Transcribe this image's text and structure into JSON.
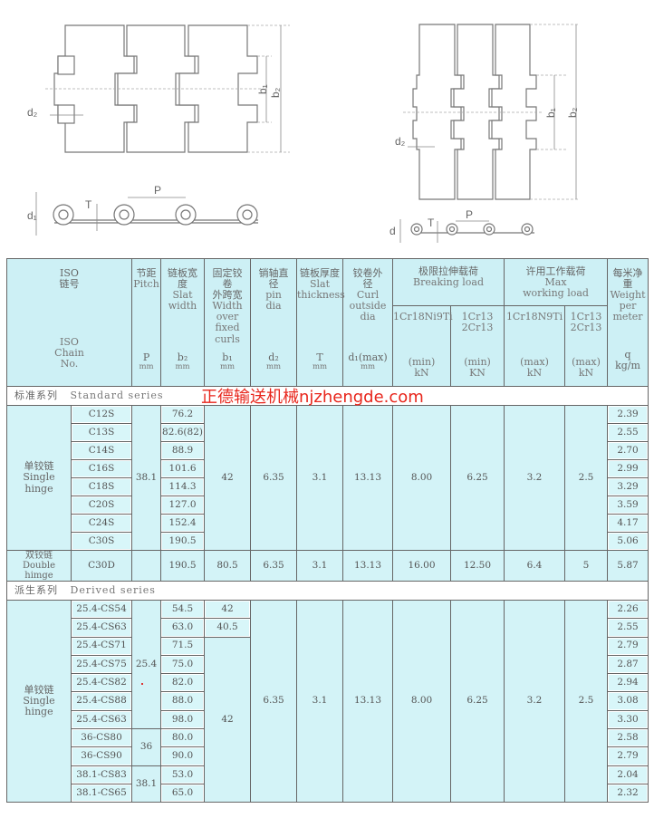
{
  "drawings": {
    "left": {
      "d2": "d₂",
      "b1": "b₁",
      "b2": "b₂",
      "d1": "d₁",
      "T": "T",
      "P": "P"
    },
    "right": {
      "d2": "d₂",
      "b1": "b₁",
      "b2": "b₂",
      "d": "d",
      "T": "T",
      "P": "P"
    }
  },
  "header": {
    "iso": {
      "cn": "ISO\n链号",
      "en": "ISO\nChain\nNo."
    },
    "pitch": {
      "cn": "节距",
      "en": "Pitch",
      "sym": "P",
      "unit": "mm"
    },
    "slat_width": {
      "cn": "链板宽\n度",
      "en": "Slat\nwidth",
      "sym": "b₂",
      "unit": "mm"
    },
    "curl_width": {
      "cn": "固定铰\n卷\n外跨宽",
      "en": "Width\nover\nfixed\ncurls",
      "sym": "b₁",
      "unit": "mm"
    },
    "pin": {
      "cn": "销轴直\n径",
      "en": "pin\ndia",
      "sym": "d₂",
      "unit": "mm"
    },
    "thickness": {
      "cn": "链板厚度",
      "en": "Slat\nthickness",
      "sym": "T",
      "unit": "mm"
    },
    "curl_dia": {
      "cn": "铰卷外\n径",
      "en": "Curl\noutside\ndia",
      "sym": "d₁(max)",
      "unit": "mm"
    },
    "breaking": {
      "cn": "极限拉伸载荷",
      "en": "Breaking load",
      "sub": [
        {
          "mat": "1Cr18Ni9Ti",
          "lim": "(min)",
          "unit": "kN"
        },
        {
          "mat": "1Cr13\n2Cr13",
          "lim": "(min)",
          "unit": "KN"
        }
      ]
    },
    "working": {
      "cn": "许用工作载荷",
      "en": "Max\nworking load",
      "sub": [
        {
          "mat": "1Cr18N9Ti",
          "lim": "(max)",
          "unit": "kN"
        },
        {
          "mat": "1Cr13\n2Cr13",
          "lim": "(max)",
          "unit": "kN"
        }
      ]
    },
    "weight": {
      "cn": "每米净\n重",
      "en": "Weight\nper\nmeter",
      "sym": "q",
      "unit": "kg/m"
    }
  },
  "watermark": "正德输送机械njzhengde.com",
  "standard": {
    "title_cn": "标准系列",
    "title_en": "Standard series",
    "group": "单铰链\nSingle\nhinge",
    "pitch": "38.1",
    "b1": "42",
    "d2": "6.35",
    "T": "3.1",
    "d1": "13.13",
    "bk1": "8.00",
    "bk2": "6.25",
    "wk1": "3.2",
    "wk2": "2.5",
    "rows": [
      {
        "chain": "C12S",
        "slat": "76.2",
        "q": "2.39"
      },
      {
        "chain": "C13S",
        "slat": "82.6(82)",
        "q": "2.55"
      },
      {
        "chain": "C14S",
        "slat": "88.9",
        "q": "2.70"
      },
      {
        "chain": "C16S",
        "slat": "101.6",
        "q": "2.99"
      },
      {
        "chain": "C18S",
        "slat": "114.3",
        "q": "3.29"
      },
      {
        "chain": "C20S",
        "slat": "127.0",
        "q": "3.59"
      },
      {
        "chain": "C24S",
        "slat": "152.4",
        "q": "4.17"
      },
      {
        "chain": "C30S",
        "slat": "190.5",
        "q": "5.06"
      }
    ],
    "double": {
      "group": "双铰链\nDouble himge",
      "chain": "C30D",
      "slat": "190.5",
      "b1": "80.5",
      "d2": "6.35",
      "T": "3.1",
      "d1": "13.13",
      "bk1": "16.00",
      "bk2": "12.50",
      "wk1": "6.4",
      "wk2": "5",
      "q": "5.87"
    }
  },
  "derived": {
    "title_cn": "派生系列",
    "title_en": "Derived series",
    "group": "单铰链\nSingle\nhinge",
    "pitches": [
      "25.4",
      "36",
      "38.1"
    ],
    "b1": [
      "42",
      "40.5",
      "42"
    ],
    "d2": "6.35",
    "T": "3.1",
    "d1": "13.13",
    "bk1": "8.00",
    "bk2": "6.25",
    "wk1": "3.2",
    "wk2": "2.5",
    "rows": [
      {
        "chain": "25.4-CS54",
        "slat": "54.5",
        "q": "2.26"
      },
      {
        "chain": "25.4-CS63",
        "slat": "63.0",
        "q": "2.55"
      },
      {
        "chain": "25.4-CS71",
        "slat": "71.5",
        "q": "2.79"
      },
      {
        "chain": "25.4-CS75",
        "slat": "75.0",
        "q": "2.87"
      },
      {
        "chain": "25.4-CS82",
        "slat": "82.0",
        "q": "2.94"
      },
      {
        "chain": "25.4-CS88",
        "slat": "88.0",
        "q": "3.08"
      },
      {
        "chain": "25.4-CS63",
        "slat": "98.0",
        "q": "3.30"
      },
      {
        "chain": "36-CS80",
        "slat": "80.0",
        "q": "2.58"
      },
      {
        "chain": "36-CS90",
        "slat": "90.0",
        "q": "2.79"
      },
      {
        "chain": "38.1-CS83",
        "slat": "53.0",
        "q": "2.04"
      },
      {
        "chain": "38.1-CS65",
        "slat": "65.0",
        "q": "2.32"
      }
    ]
  }
}
